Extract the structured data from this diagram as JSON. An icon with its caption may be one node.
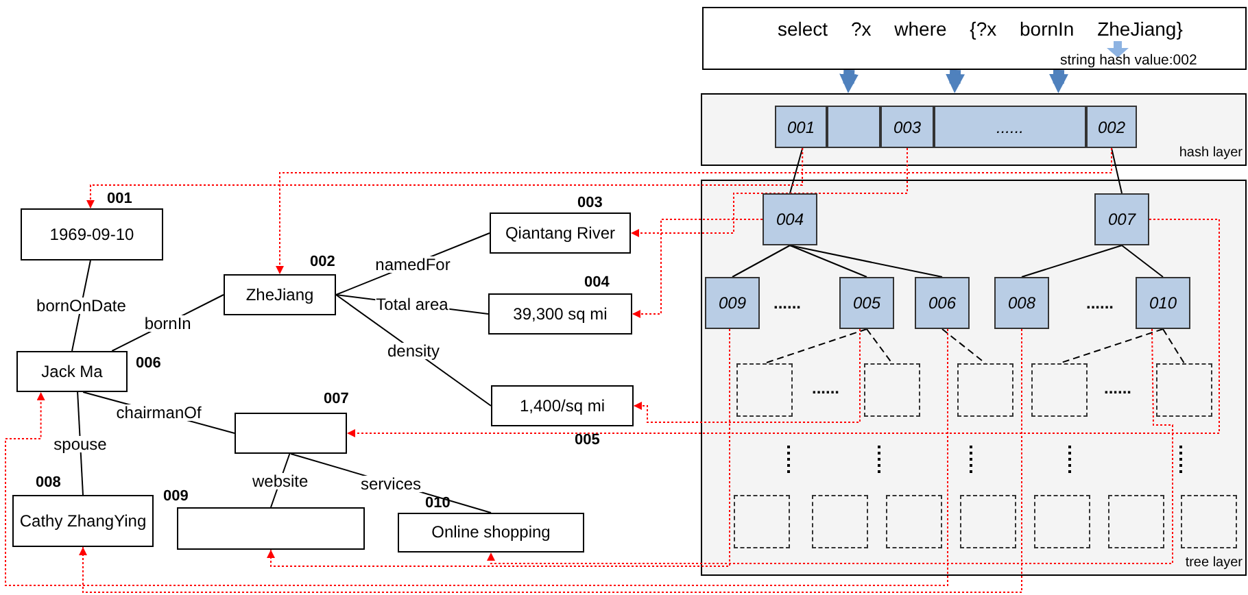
{
  "diagram": {
    "nodes": [
      {
        "text": [
          "1969-09-10"
        ],
        "beside": [
          "001"
        ]
      },
      {
        "text": [
          "ZheJiang"
        ],
        "beside": [
          "002"
        ]
      },
      {
        "text": [
          "Qiantang River"
        ],
        "beside": [
          "003"
        ]
      },
      {
        "text": [
          "39,300 sq mi"
        ],
        "beside": [
          "004"
        ]
      },
      {
        "text": [
          "1,400/sq mi"
        ],
        "beside": [
          "005"
        ]
      },
      {
        "text": [
          "Jack Ma"
        ],
        "beside": [
          "006"
        ]
      },
      {
        "text": [],
        "shape": "box",
        "beside": [
          "007"
        ]
      },
      {
        "text": [
          "Cathy ZhangYing"
        ],
        "beside": [
          "008"
        ]
      },
      {
        "text": [],
        "shape": "box",
        "beside": [
          "009"
        ]
      },
      {
        "text": [
          "Online shopping"
        ],
        "beside": [
          "010"
        ]
      },
      {
        "text": [
          "select ?x where {?x bornIn ZheJiang}",
          "string hash value:002"
        ]
      },
      {
        "text": [
          "hash layer"
        ]
      },
      {
        "text": [
          "001"
        ],
        "in": 11
      },
      {
        "text": [],
        "shape": "box",
        "in": 11
      },
      {
        "text": [
          "003"
        ],
        "in": 11
      },
      {
        "text": [
          "......"
        ],
        "in": 11
      },
      {
        "text": [
          "002"
        ],
        "in": 11
      },
      {
        "text": [
          "tree layer"
        ]
      },
      {
        "text": [
          "004"
        ],
        "in": 17
      },
      {
        "text": [
          "007"
        ],
        "in": 17
      },
      {
        "text": [
          "009"
        ],
        "in": 17
      },
      {
        "text": [
          "005"
        ],
        "in": 17
      },
      {
        "text": [
          "006"
        ],
        "in": 17
      },
      {
        "text": [
          "008"
        ],
        "in": 17
      },
      {
        "text": [
          "010"
        ],
        "in": 17
      },
      {
        "text": [],
        "shape": "box",
        "in": 17
      },
      {
        "text": [],
        "shape": "box",
        "in": 17
      },
      {
        "text": [],
        "shape": "box",
        "in": 17
      },
      {
        "text": [],
        "shape": "box",
        "in": 17
      },
      {
        "text": [],
        "shape": "box",
        "in": 17
      },
      {
        "text": [],
        "shape": "box",
        "in": 17
      },
      {
        "text": [],
        "shape": "box",
        "in": 17
      },
      {
        "text": [],
        "shape": "box",
        "in": 17
      },
      {
        "text": [],
        "shape": "box",
        "in": 17
      },
      {
        "text": [],
        "shape": "box",
        "in": 17
      },
      {
        "text": [],
        "shape": "box",
        "in": 17
      },
      {
        "text": [],
        "shape": "box",
        "in": 17
      }
    ],
    "edges": [
      {
        "from": 5,
        "to": 0,
        "arrow": "none",
        "label": "bornOnDate"
      },
      {
        "from": 5,
        "to": 1,
        "arrow": "none",
        "label": "bornIn"
      },
      {
        "from": 1,
        "to": 2,
        "arrow": "none",
        "label": "namedFor"
      },
      {
        "from": 1,
        "to": 3,
        "arrow": "none",
        "label": "Total area"
      },
      {
        "from": 1,
        "to": 4,
        "arrow": "none",
        "label": "density"
      },
      {
        "from": 5,
        "to": 6,
        "arrow": "none",
        "label": "chairmanOf"
      },
      {
        "from": 7,
        "to": 5,
        "arrow": "none",
        "label": "spouse"
      },
      {
        "from": 6,
        "to": 8,
        "arrow": "none",
        "label": "website"
      },
      {
        "from": 6,
        "to": 9,
        "arrow": "none",
        "label": "services"
      },
      {
        "from": 10,
        "to": 11,
        "arrow": "to",
        "style": "thick",
        "color": "#4f81bd"
      },
      {
        "from": 10,
        "to": 11,
        "arrow": "to",
        "style": "thick",
        "color": "#4f81bd"
      },
      {
        "from": 10,
        "to": 11,
        "arrow": "to",
        "style": "thick",
        "color": "#4f81bd"
      },
      {
        "from": 12,
        "to": 18,
        "arrow": "none"
      },
      {
        "from": 16,
        "to": 19,
        "arrow": "none"
      },
      {
        "from": 18,
        "to": 20,
        "arrow": "none"
      },
      {
        "from": 18,
        "to": 21,
        "arrow": "none"
      },
      {
        "from": 18,
        "to": 22,
        "arrow": "none"
      },
      {
        "from": 19,
        "to": 23,
        "arrow": "none"
      },
      {
        "from": 19,
        "to": 24,
        "arrow": "none"
      },
      {
        "from": 21,
        "to": 25,
        "arrow": "none",
        "style": "dashed"
      },
      {
        "from": 21,
        "to": 26,
        "arrow": "none",
        "style": "dashed"
      },
      {
        "from": 22,
        "to": 27,
        "arrow": "none",
        "style": "dashed"
      },
      {
        "from": 24,
        "to": 28,
        "arrow": "none",
        "style": "dashed"
      },
      {
        "from": 24,
        "to": 29,
        "arrow": "none",
        "style": "dashed"
      },
      {
        "from": 12,
        "to": 0,
        "arrow": "to",
        "style": "dashed",
        "color": "#ff0000"
      },
      {
        "from": 16,
        "to": 1,
        "arrow": "to",
        "style": "dashed",
        "color": "#ff0000"
      },
      {
        "from": 14,
        "to": 2,
        "arrow": "to",
        "style": "dashed",
        "color": "#ff0000"
      },
      {
        "from": 18,
        "to": 3,
        "arrow": "to",
        "style": "dashed",
        "color": "#ff0000"
      },
      {
        "from": 21,
        "to": 4,
        "arrow": "to",
        "style": "dashed",
        "color": "#ff0000"
      },
      {
        "from": 19,
        "to": 6,
        "arrow": "to",
        "style": "dashed",
        "color": "#ff0000"
      },
      {
        "from": 22,
        "to": 5,
        "arrow": "to",
        "style": "dashed",
        "color": "#ff0000"
      },
      {
        "from": 23,
        "to": 7,
        "arrow": "to",
        "style": "dashed",
        "color": "#ff0000"
      },
      {
        "from": 20,
        "to": 8,
        "arrow": "to",
        "style": "dashed",
        "color": "#ff0000"
      },
      {
        "from": 24,
        "to": 9,
        "arrow": "to",
        "style": "dashed",
        "color": "#ff0000"
      }
    ],
    "labels": [
      "......",
      "......",
      "......",
      "......"
    ]
  }
}
